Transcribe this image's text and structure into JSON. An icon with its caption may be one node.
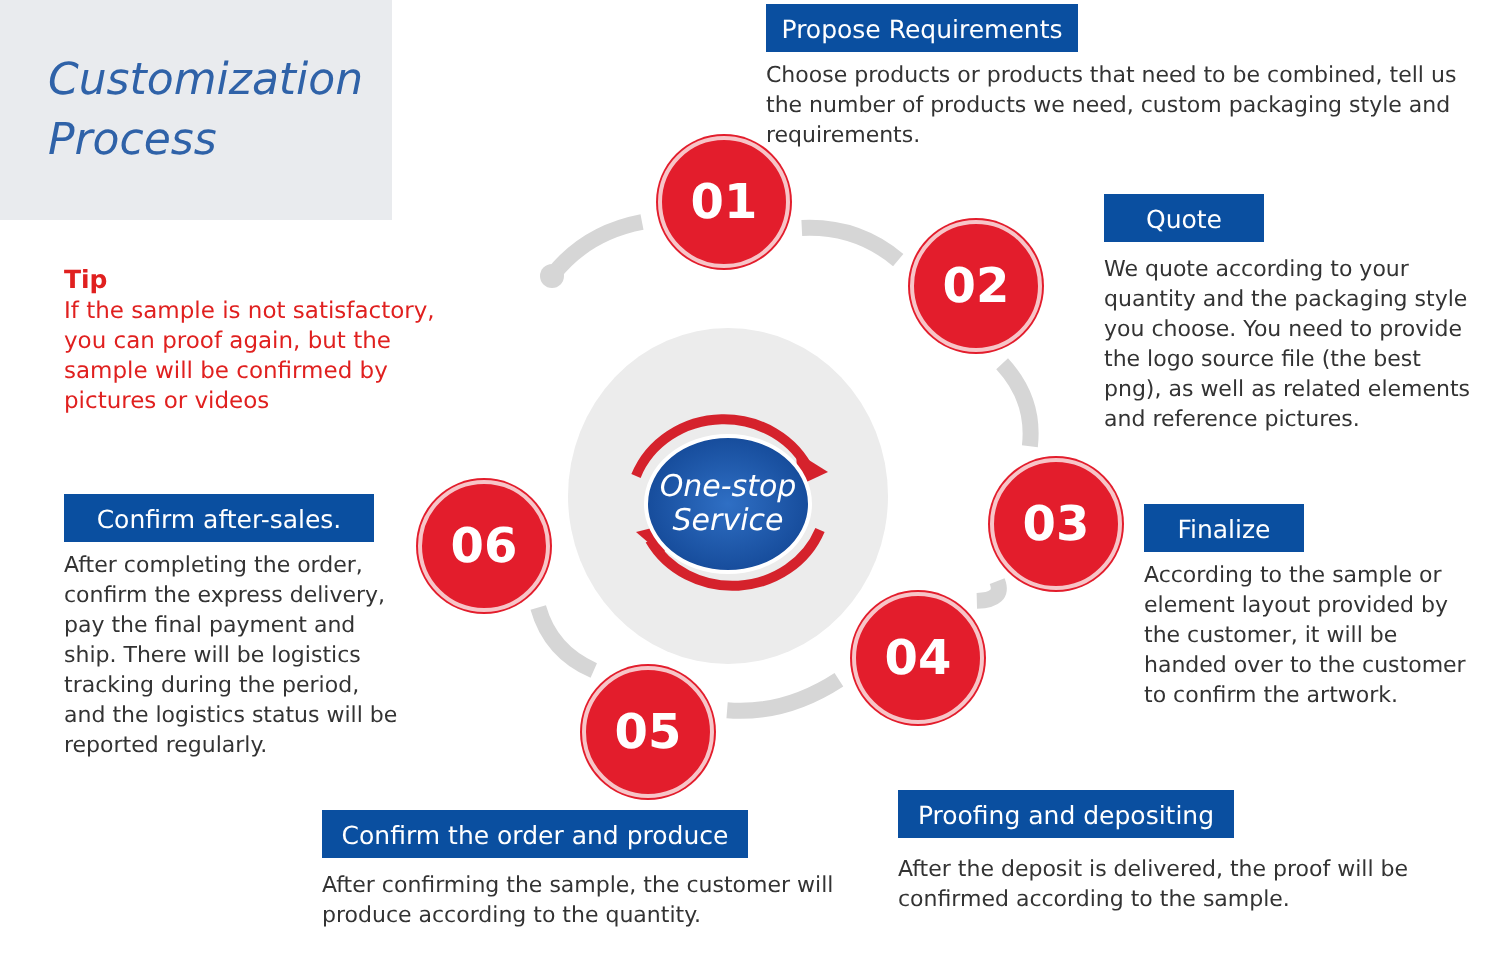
{
  "diagram": {
    "title": "Customization Process",
    "nodes": [
      {
        "text": [
          "01"
        ]
      },
      {
        "text": [
          "Propose Requirements"
        ],
        "beside": [
          "Choose products or products that need to be combined, tell us the number of products we need, custom packaging style and requirements."
        ]
      },
      {
        "text": [
          "02"
        ]
      },
      {
        "text": [
          "Quote"
        ],
        "beside": [
          "We quote according to your quantity and the packaging style you choose. You need to provide the logo source file (the best png), as well as related elements and reference pictures."
        ]
      },
      {
        "text": [
          "One-stop Service"
        ]
      },
      {
        "text": [
          "03"
        ]
      },
      {
        "text": [
          "Finalize"
        ],
        "beside": [
          "According to the sample or element layout provided by the customer, it will be handed over to the customer to confirm the artwork."
        ]
      },
      {
        "text": [
          "04"
        ]
      },
      {
        "text": [
          "Proofing and depositing"
        ],
        "beside": [
          "After the deposit is delivered, the proof will be confirmed according to the sample."
        ]
      },
      {
        "text": [
          "05"
        ]
      },
      {
        "text": [
          "Confirm the order and produce"
        ],
        "beside": [
          "After confirming the sample, the customer will produce according to the quantity."
        ]
      },
      {
        "text": [
          "06"
        ]
      },
      {
        "text": [
          "Confirm after-sales."
        ],
        "beside": [
          "After completing the order, confirm the express delivery, pay the final payment and ship. There will be logistics tracking during the period, and the logistics status will be reported regularly."
        ]
      }
    ],
    "edges": [
      {
        "from": 0,
        "to": 2,
        "arrow": "none"
      },
      {
        "from": 2,
        "to": 5,
        "arrow": "none"
      },
      {
        "from": 5,
        "to": 7,
        "arrow": "none"
      },
      {
        "from": 7,
        "to": 9,
        "arrow": "none"
      },
      {
        "from": 9,
        "to": 11,
        "arrow": "none"
      },
      {
        "from": 0,
        "to": null,
        "arrow": "other"
      }
    ],
    "labels": [
      "Tip",
      "If the sample is not satisfactory, you can proof again, but the sample will be confirmed by pictures or videos"
    ]
  }
}
